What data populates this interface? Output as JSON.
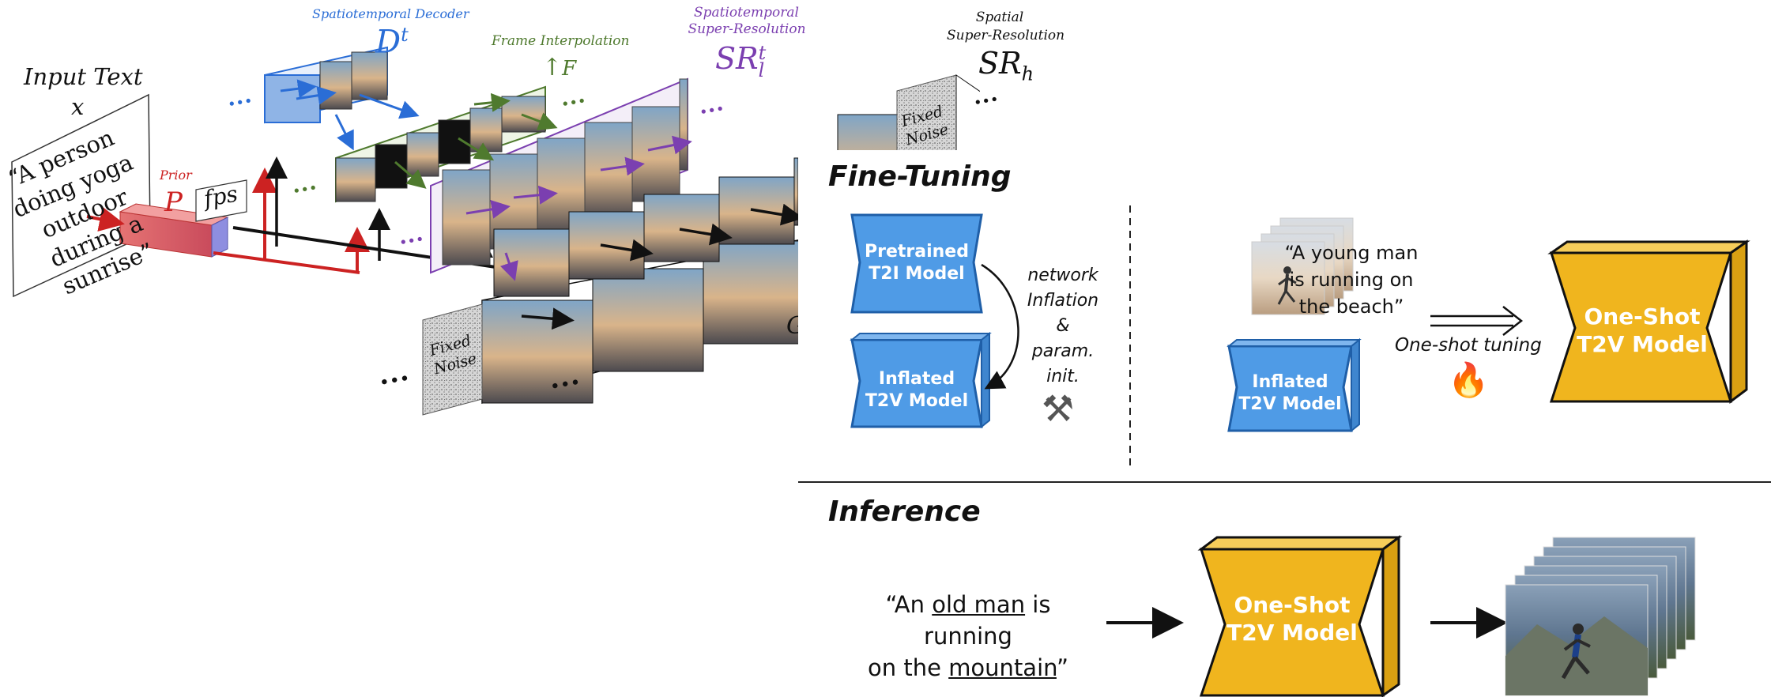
{
  "left_pipeline": {
    "input_text_title": "Input Text",
    "input_text_var": "x",
    "prompt_text": "“A person doing yoga outdoor during a sunrise”",
    "prior_label": "Prior",
    "prior_var": "P",
    "fps_label": "fps",
    "decoder_label": "Spatiotemporal Decoder",
    "decoder_symbol": "D",
    "decoder_sup": "t",
    "interp_label": "Frame Interpolation",
    "interp_symbol": "F",
    "srl_label_line1": "Spatiotemporal",
    "srl_label_line2": "Super-Resolution",
    "srl_symbol": "SR",
    "srl_sup": "t",
    "srl_sub": "l",
    "srh_label_line1": "Spatial",
    "srh_label_line2": "Super-Resolution",
    "srh_symbol": "SR",
    "srh_sub": "h",
    "fixed_noise_1": "Fixed",
    "fixed_noise_2": "Noise",
    "partial_glyph": "G",
    "ellipsis": "•••"
  },
  "fine_tuning": {
    "heading": "Fine-Tuning",
    "pretrained_line1": "Pretrained",
    "pretrained_line2": "T2I Model",
    "inflated_line1": "Inflated",
    "inflated_line2": "T2V Model",
    "network_note_1": "network",
    "network_note_2": "Inflation",
    "network_note_3": "&",
    "network_note_4": "param.",
    "network_note_5": "init.",
    "tools_icon": "⚒",
    "prompt_line1": "“A young man",
    "prompt_line2": "is running on",
    "prompt_line3": "the beach”",
    "tuning_label": "One-shot tuning",
    "fire_icon": "🔥",
    "oneshot_line1": "One-Shot",
    "oneshot_line2": "T2V Model"
  },
  "inference": {
    "heading": "Inference",
    "prompt_pre1": "“An ",
    "prompt_u1": "old man",
    "prompt_mid1": " is running",
    "prompt_pre2": "on the ",
    "prompt_u2": "mountain",
    "prompt_post2": "”",
    "oneshot_line1": "One-Shot",
    "oneshot_line2": "T2V Model"
  },
  "colors": {
    "blue_block": "#4f9be6",
    "blue_dark": "#1f5fa8",
    "gold_block": "#f0b51e",
    "gold_dark": "#b88305",
    "red": "#cc2222",
    "decoder_blue": "#2a6dd6",
    "interp_green": "#4f7a2e",
    "sr_purple": "#7b3fb0"
  }
}
